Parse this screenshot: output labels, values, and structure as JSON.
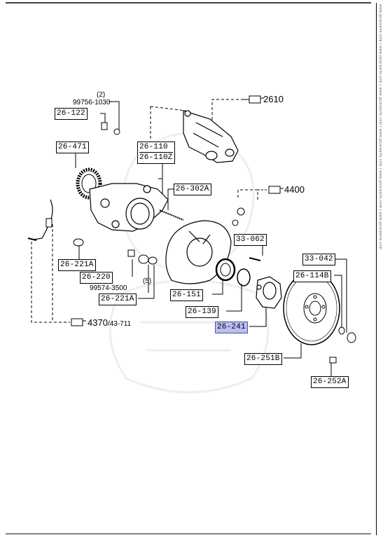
{
  "parts": {
    "p26_122": "26-122",
    "p99756_qty": "(2)",
    "p99756": "99756-1030",
    "p26_471": "26-471",
    "p26_110": "26-110",
    "p26_110z": "26-110Z",
    "p26_302a": "26-302A",
    "p33_062": "33-062",
    "p33_042": "33-042",
    "p26_114b": "26-114B",
    "p26_221a_upper": "26-221A",
    "p26_220": "26-220",
    "p99574_qty": "(5)",
    "p99574": "99574-3500",
    "p26_221a_lower": "26-221A",
    "p26_151": "26-151",
    "p26_139": "26-139",
    "p26_241": "26-241",
    "p26_251b": "26-251B",
    "p26_252a": "26-252A"
  },
  "refs": {
    "r2610": "2610",
    "r4400": "4400",
    "r4370": "4370",
    "r4370_sub": "/43-711"
  },
  "highlight_color": "#b9bff0",
  "side_strip_text": "www.jpcarparts.com | www.jpcarparts.com | www.jpcarparts.com | www.jpcarparts.com | www.jpcarparts.com | www.jpcarparts.com"
}
